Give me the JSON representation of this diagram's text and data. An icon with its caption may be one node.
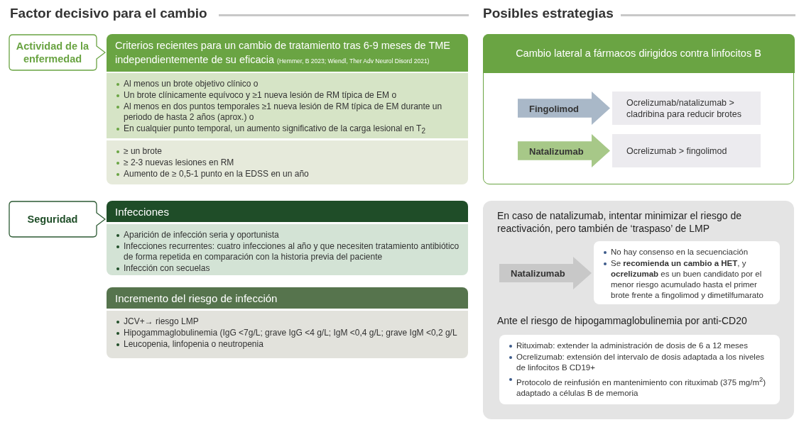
{
  "diagram": {
    "nodes": [
      {
        "text": [
          "Actividad de la enfermedad"
        ]
      },
      {
        "text": [
          "Criterios recientes para un cambio de tratamiento tras 6-9 meses de TME independientemente de su eficacia",
          "(Hemmer, B 2023; Wiendl, Ther Adv Neurol Disord 2021)"
        ]
      },
      {
        "text": [
          "Al menos un brote objetivo clínico o",
          "Un brote clínicamente equívoco y ≥1 nueva lesión de RM típica de EM o",
          "Al menos en dos puntos temporales ≥1 nueva lesión de RM típica de EM durante un periodo de hasta 2 años (aprox.) o",
          "En cualquier punto temporal, un aumento significativo de la carga lesional en T$_{2}$"
        ]
      },
      {
        "text": [
          "≥ un brote",
          "≥ 2-3 nuevas lesiones en RM",
          "Aumento de ≥ 0,5-1 punto en la EDSS en un año"
        ]
      },
      {
        "text": [
          "Seguridad"
        ]
      },
      {
        "text": [
          "Infecciones"
        ]
      },
      {
        "text": [
          "Aparición de infección seria y oportunista",
          "Infecciones recurrentes: cuatro infecciones al año y que necesiten tratamiento antibiótico de forma repetida en comparación con la historia previa del paciente",
          "Infección con secuelas"
        ]
      },
      {
        "text": [
          "Incremento del riesgo de infección"
        ]
      },
      {
        "text": [
          "JCV+→ riesgo LMP",
          "Hipogammaglobulinemia (IgG <7g/L; grave IgG <4 g/L; IgM <0,4 g/L; grave IgM <0,2 g/L",
          "Leucopenia, linfopenia o neutropenia"
        ]
      },
      {
        "text": [
          "Cambio lateral a fármacos dirigidos contra linfocitos B"
        ]
      },
      {
        "text": [
          "Fingolimod"
        ],
        "in": 9
      },
      {
        "text": [
          "Ocrelizumab/natalizumab > cladribina para reducir brotes"
        ],
        "in": 9
      },
      {
        "text": [
          "Natalizumab"
        ],
        "in": 9
      },
      {
        "text": [
          "Ocrelizumab > fingolimod"
        ],
        "in": 9
      },
      {
        "text": [
          "En caso de natalizumab, intentar minimizar el riesgo de reactivación, pero también de ‘traspaso’ de LMP",
          "Ante el riesgo de hipogammaglobulinemia por anti-CD20"
        ]
      },
      {
        "text": [
          "Natalizumab"
        ],
        "in": 14
      },
      {
        "text": [
          "No hay consenso en la secuenciación",
          "Se **recomienda un cambio a HET**, y **ocrelizumab** es un buen candidato por el menor riesgo acumulado hasta el primer brote frente a fingolimod y dimetilfumarato"
        ],
        "in": 14
      },
      {
        "text": [
          "Rituximab: extender la administración de dosis de 6 a 12 meses",
          "Ocrelizumab: extensión del intervalo de dosis adaptada a los niveles de linfocitos B CD19+",
          "Protocolo de reinfusión en mantenimiento con rituximab (375 mg/m$^{2}$) adaptado a células B de memoria"
        ],
        "in": 14
      }
    ],
    "edges": [],
    "labels": [
      "Factor decisivo para el cambio",
      "Posibles estrategias"
    ]
  }
}
